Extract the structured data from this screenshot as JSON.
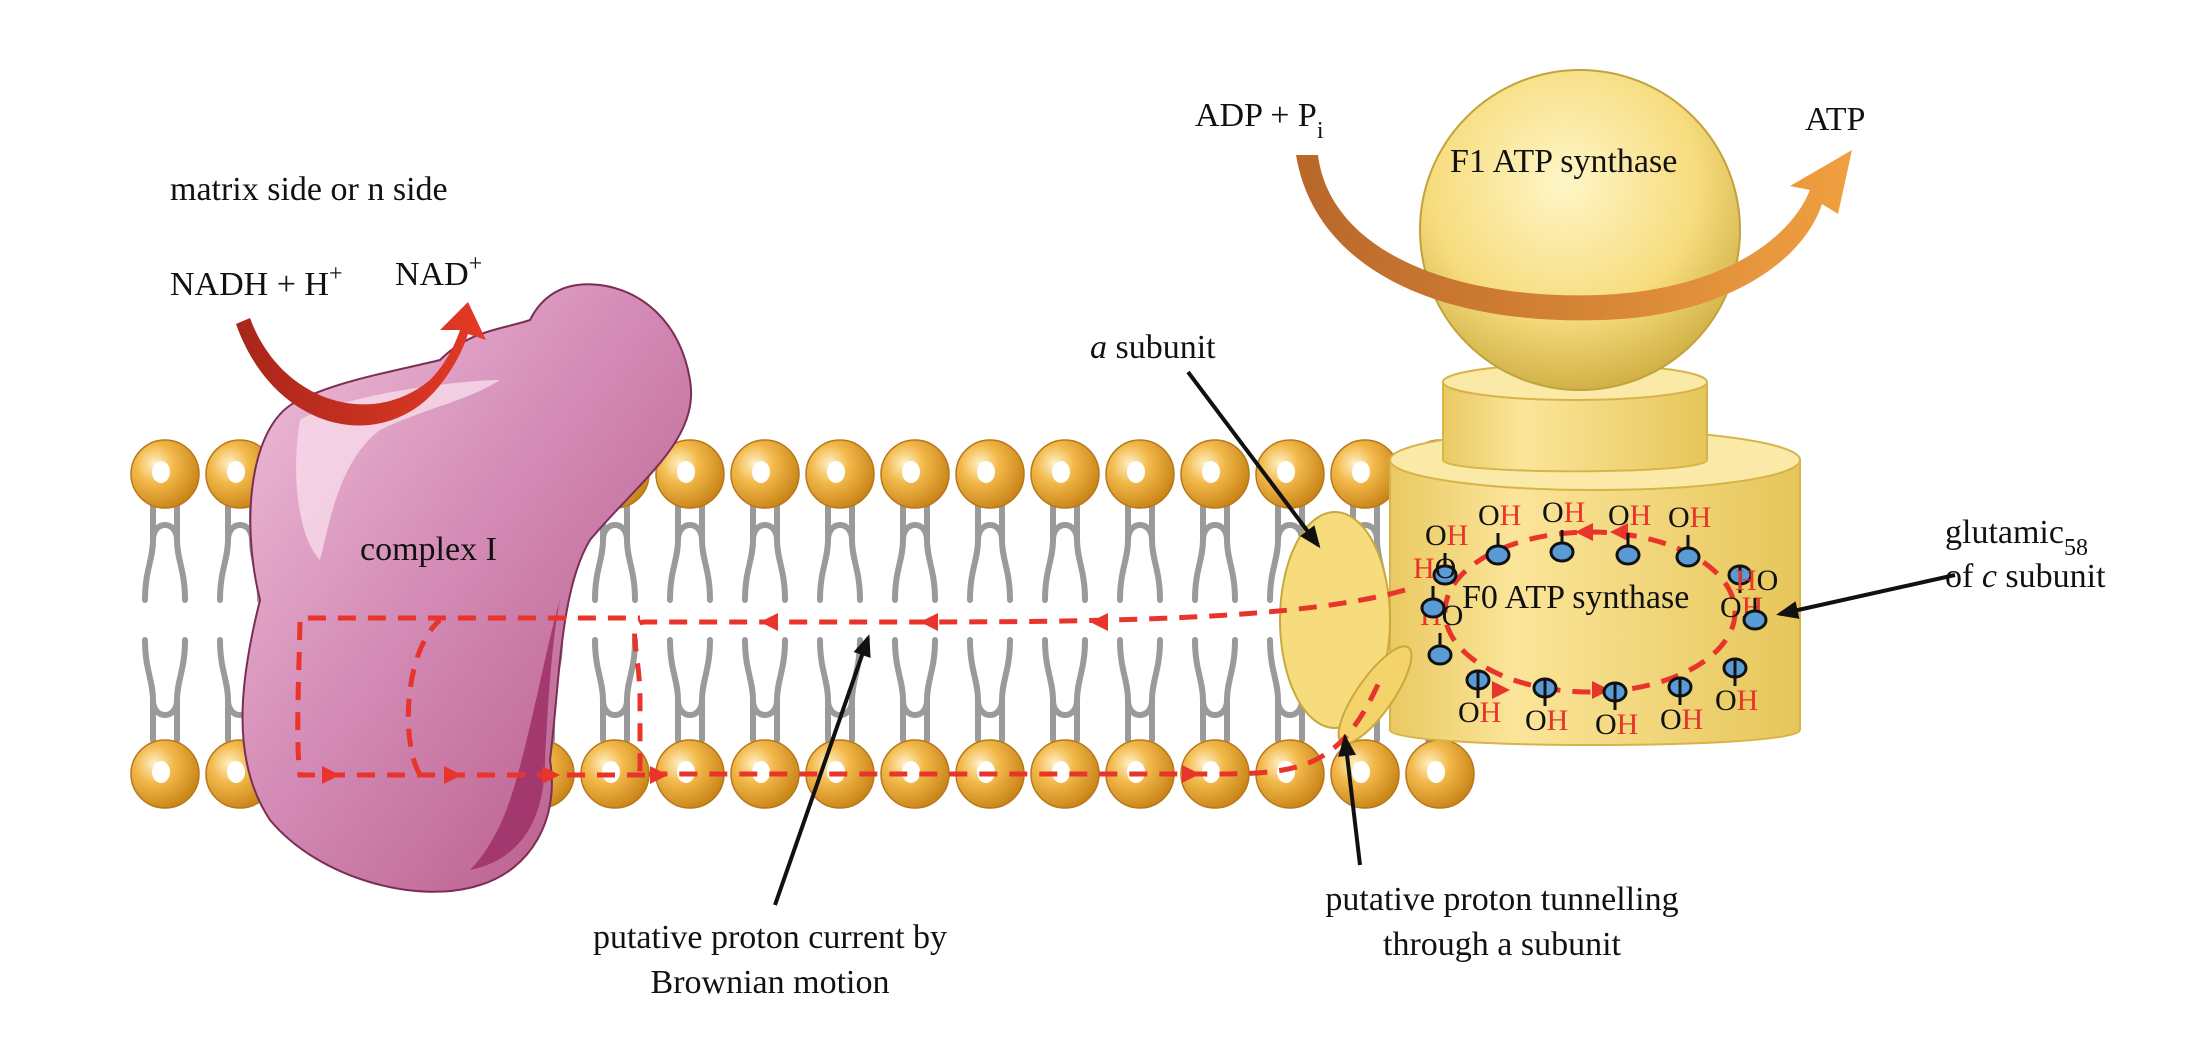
{
  "labels": {
    "matrix_side": "matrix side or n side",
    "nadh": "NADH + H",
    "nadh_sup": "+",
    "nad": "NAD",
    "nad_sup": "+",
    "complex_i": "complex I",
    "a_subunit_italic": "a",
    "a_subunit_rest": " subunit",
    "adp": "ADP + P",
    "adp_sub": "i",
    "atp": "ATP",
    "f1": "F1 ATP synthase",
    "f0": "F0 ATP synthase",
    "glutamic": "glutamic",
    "glutamic_sub": "58",
    "of_c_pre": "of ",
    "of_c_italic": "c",
    "of_c_post": " subunit",
    "brownian_line1": "putative proton current by",
    "brownian_line2": "Brownian motion",
    "tunnel_line1": "putative proton tunnelling",
    "tunnel_line2": "through a subunit"
  },
  "colors": {
    "lipid_head": "#e8a93a",
    "lipid_tail": "#9a9a9a",
    "complex_i": "#d48cb6",
    "synthase": "#f7dc7e",
    "proton_path": "#e8342a",
    "oh_oxygen": "#111111",
    "oh_hydrogen": "#e8342a",
    "residue_blue": "#5b9bd5"
  },
  "icons": [
    "adp-to-atp-arrow-icon",
    "nadh-to-nad-arrow-icon",
    "proton-path-arrow-icon"
  ]
}
